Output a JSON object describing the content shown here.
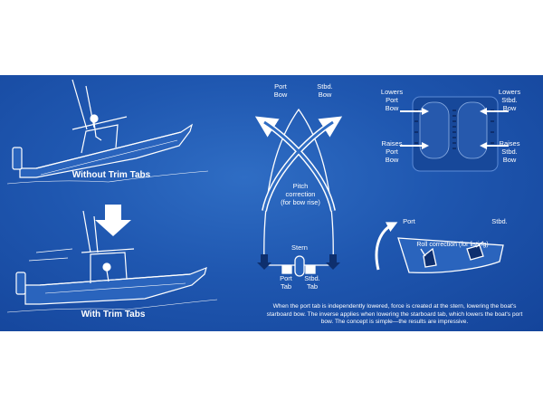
{
  "left": {
    "caption_top": "Without Trim Tabs",
    "caption_bottom": "With Trim Tabs"
  },
  "middle": {
    "port_bow": "Port\nBow",
    "stbd_bow": "Stbd.\nBow",
    "pitch": "Pitch\ncorrection\n(for bow rise)",
    "stern": "Stern",
    "port_tab": "Port\nTab",
    "stbd_tab": "Stbd.\nTab"
  },
  "panel_right": {
    "lowers_port": "Lowers\nPort\nBow",
    "lowers_stbd": "Lowers\nStbd.\nBow",
    "raises_port": "Raises\nPort\nBow",
    "raises_stbd": "Raises\nStbd.\nBow"
  },
  "roll": {
    "port": "Port",
    "stbd": "Stbd.",
    "label": "Roll correction (for listing)"
  },
  "description": "When the port tab is independently lowered, force is created at the stern, lowering the boat's starboard bow. The inverse applies when lowering the starboard tab, which lowers the boat's port bow. The concept is simple—the results are impressive.",
  "colors": {
    "background": "#1f57b0",
    "line": "#ffffff",
    "arrow_dark": "#0e2f6e"
  }
}
